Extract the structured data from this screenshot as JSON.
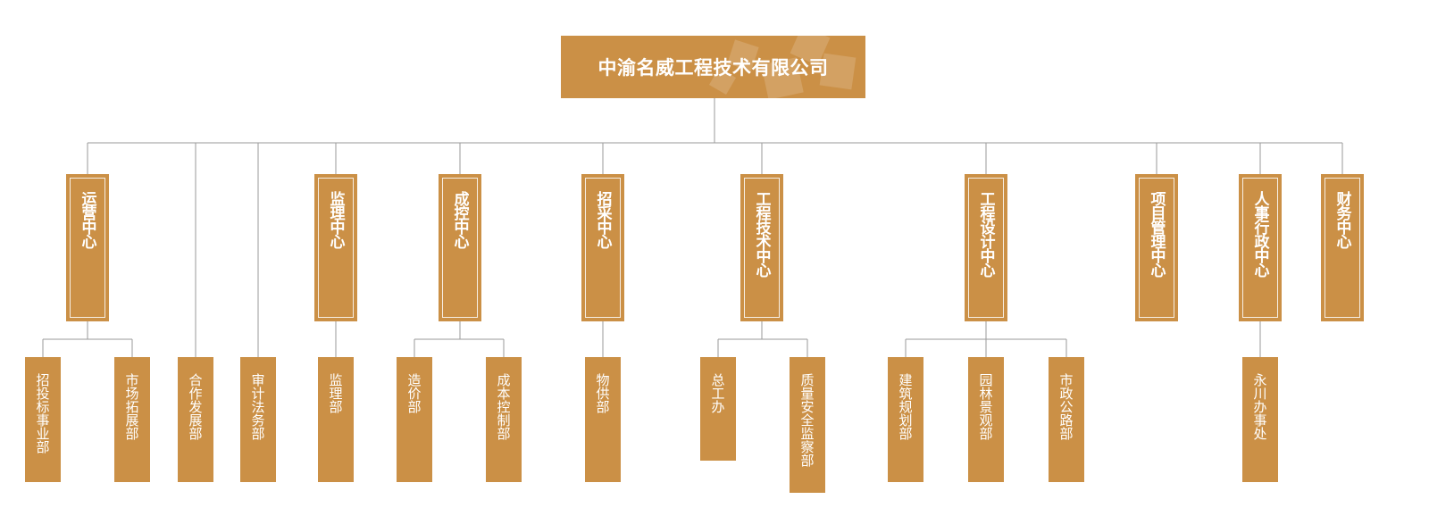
{
  "org_chart": {
    "root": "中渝名威工程技术有限公司",
    "level1": [
      {
        "label": "运营中心",
        "children": [
          "招投标事业部",
          "市场拓展部"
        ]
      },
      {
        "label": "合作发展部"
      },
      {
        "label": "审计法务部"
      },
      {
        "label": "监理中心",
        "children": [
          "监理部"
        ]
      },
      {
        "label": "成控中心",
        "children": [
          "造价部",
          "成本控制部"
        ]
      },
      {
        "label": "招采中心",
        "children": [
          "物供部"
        ]
      },
      {
        "label": "工程技术中心",
        "children": [
          "总工办",
          "质量安全监察部"
        ]
      },
      {
        "label": "工程设计中心",
        "children": [
          "建筑规划部",
          "园林景观部",
          "市政公路部"
        ]
      },
      {
        "label": "项目管理中心"
      },
      {
        "label": "人事行政中心",
        "children": [
          "永川办事处"
        ]
      },
      {
        "label": "财务中心"
      }
    ]
  },
  "colors": {
    "box_fill": "#cb9046",
    "box_text": "#ffffff",
    "connector": "#9a9a9a"
  }
}
